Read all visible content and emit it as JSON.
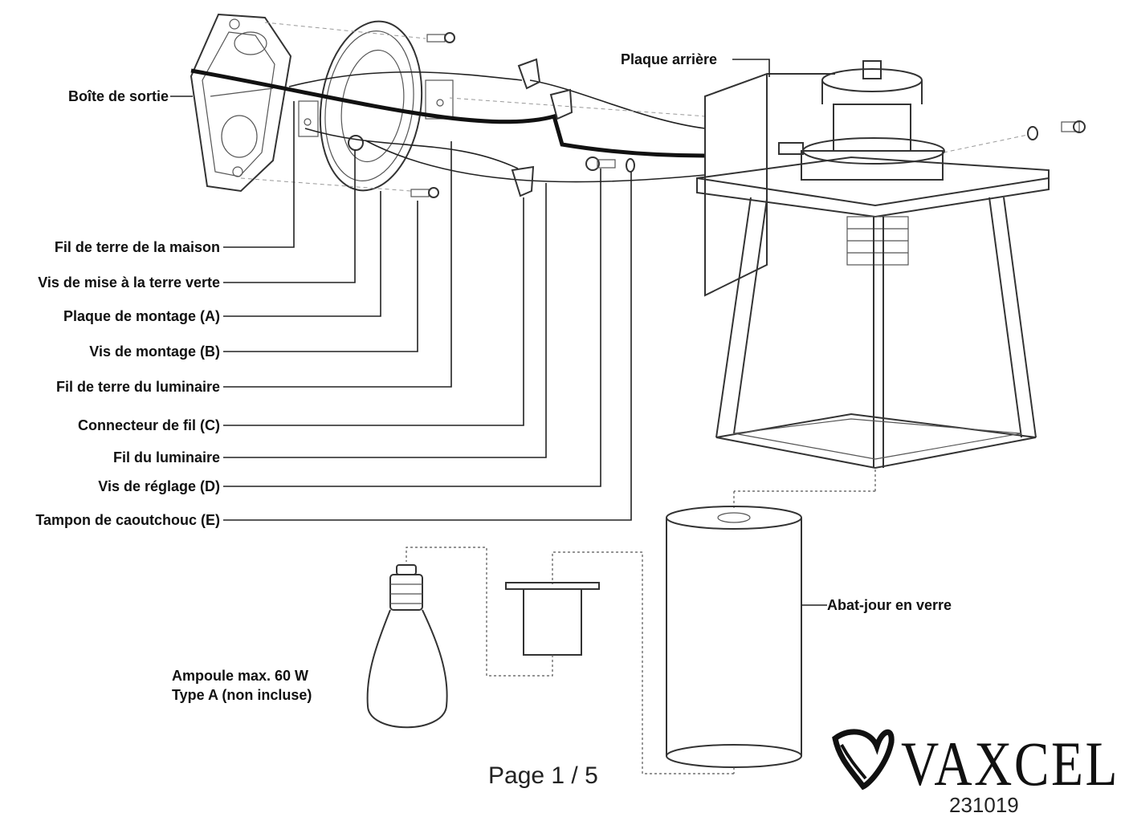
{
  "labels": {
    "outlet_box": "Boîte de sortie",
    "back_plate": "Plaque arrière",
    "house_ground_wire": "Fil de terre de la maison",
    "green_ground_screw": "Vis de mise à la terre verte",
    "mounting_plate": "Plaque de montage (A)",
    "mounting_screw": "Vis de montage (B)",
    "fixture_ground_wire": "Fil de terre du luminaire",
    "wire_connector": "Connecteur de fil (C)",
    "fixture_wire": "Fil du luminaire",
    "set_screw": "Vis de réglage (D)",
    "rubber_pad": "Tampon de caoutchouc (E)",
    "glass_shade": "Abat-jour en verre",
    "bulb_line1": "Ampoule max. 60 W",
    "bulb_line2": "Type A (non incluse)"
  },
  "footer": {
    "page": "Page 1 / 5",
    "brand": "VAXCEL",
    "code": "231019"
  },
  "icons": {
    "brand_logo": "vaxcel-swoosh-logo"
  }
}
